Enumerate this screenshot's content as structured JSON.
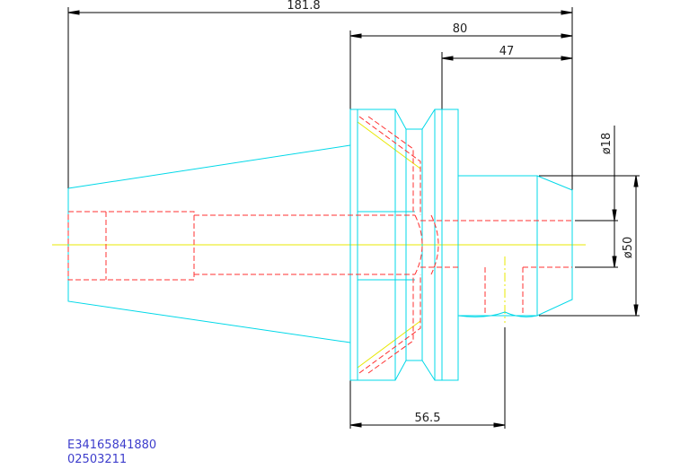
{
  "dimensions": {
    "overall_length": "181.8",
    "length_80": "80",
    "length_47": "47",
    "diameter_18": "ø18",
    "diameter_50": "ø50",
    "length_56_5": "56.5"
  },
  "codes": {
    "part_number": "E34165841880",
    "sub_number": "02503211"
  },
  "colors": {
    "outline": "#00d8e8",
    "hidden": "#ff3030",
    "center": "#e8e800",
    "dimension": "#000000",
    "code_text": "#3d3dcc"
  }
}
